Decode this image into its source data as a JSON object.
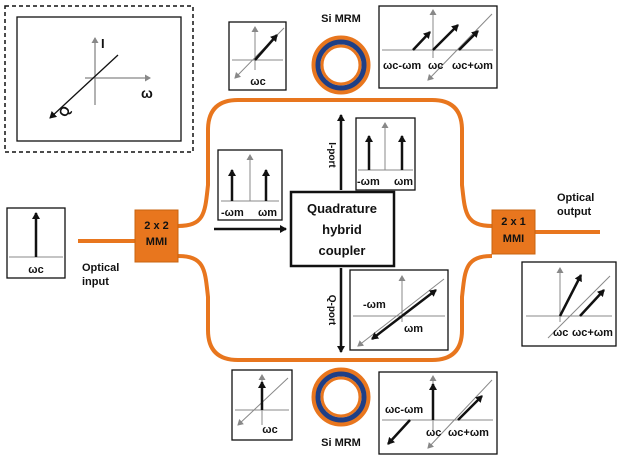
{
  "colors": {
    "waveguide": "#e8761e",
    "mmi_fill": "#e8761e",
    "ring_inner": "#1f3f86",
    "ink": "#111111",
    "axis_gray": "#888888"
  },
  "legend": {
    "i_axis": "I",
    "omega_axis": "ω",
    "q_axis": "Q"
  },
  "mmi_left": {
    "line1": "2 x 2",
    "line2": "MMI"
  },
  "mmi_right": {
    "line1": "2 x 1",
    "line2": "MMI"
  },
  "coupler": {
    "line1": "Quadrature",
    "line2": "hybrid",
    "line3": "coupler"
  },
  "rings": {
    "top_label": "Si MRM",
    "bottom_label": "Si MRM"
  },
  "ports": {
    "i_port": "I-port",
    "q_port": "Q-port"
  },
  "labels": {
    "optical_input_1": "Optical",
    "optical_input_2": "input",
    "optical_output_1": "Optical",
    "optical_output_2": "output"
  },
  "spectra": {
    "wc": "ωc",
    "neg_wm": "-ωm",
    "wm": "ωm",
    "wc_minus_wm": "ωc-ωm",
    "wc_plus_wm": "ωc+ωm"
  }
}
